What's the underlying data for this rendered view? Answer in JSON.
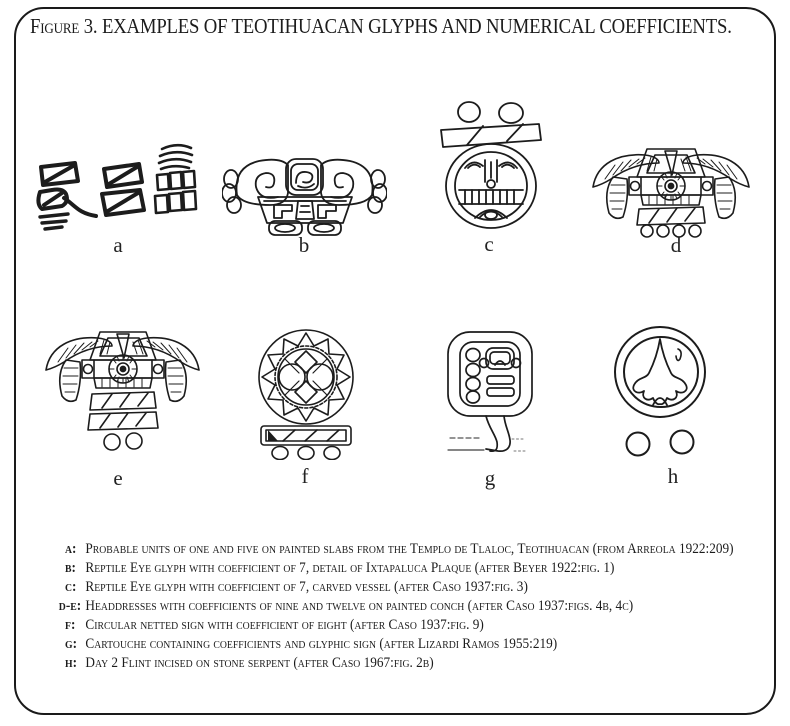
{
  "title": {
    "prefix": "Figure 3.",
    "rest": "EXAMPLES OF TEOTIHUACAN GLYPHS AND NUMERICAL COEFFICIENTS."
  },
  "figure": {
    "glyphs": [
      {
        "label": "a",
        "name": "painted-slab-units"
      },
      {
        "label": "b",
        "name": "reptile-eye-plaque"
      },
      {
        "label": "c",
        "name": "reptile-eye-vessel"
      },
      {
        "label": "d",
        "name": "headdress-coefficient-nine"
      },
      {
        "label": "e",
        "name": "headdress-coefficient-twelve"
      },
      {
        "label": "f",
        "name": "circular-netted-sign"
      },
      {
        "label": "g",
        "name": "cartouche-with-coefficients"
      },
      {
        "label": "h",
        "name": "day-2-flint"
      }
    ]
  },
  "captions": [
    {
      "key": "a:",
      "text": "Probable units of one and five on painted slabs from the Templo de Tlaloc, Teotihuacan (from Arreola 1922:209)"
    },
    {
      "key": "b:",
      "text": "Reptile Eye glyph with coefficient of 7, detail of Ixtapaluca Plaque (after Beyer 1922:fig. 1)"
    },
    {
      "key": "c:",
      "text": "Reptile Eye glyph with coefficient of 7, carved vessel (after Caso 1937:fig. 3)"
    },
    {
      "key": "d-e:",
      "text": "Headdresses with coefficients of nine and twelve on painted conch (after Caso 1937:figs. 4b, 4c)"
    },
    {
      "key": "f:",
      "text": "Circular netted sign with coefficient of eight (after Caso 1937:fig. 9)"
    },
    {
      "key": "g:",
      "text": "Cartouche containing coefficients and glyphic sign (after Lizardi Ramos 1955:219)"
    },
    {
      "key": "h:",
      "text": "Day 2 Flint incised on stone serpent (after Caso 1967:fig. 2b)"
    }
  ],
  "colors": {
    "ink": "#1c1c1c",
    "background": "#ffffff"
  }
}
